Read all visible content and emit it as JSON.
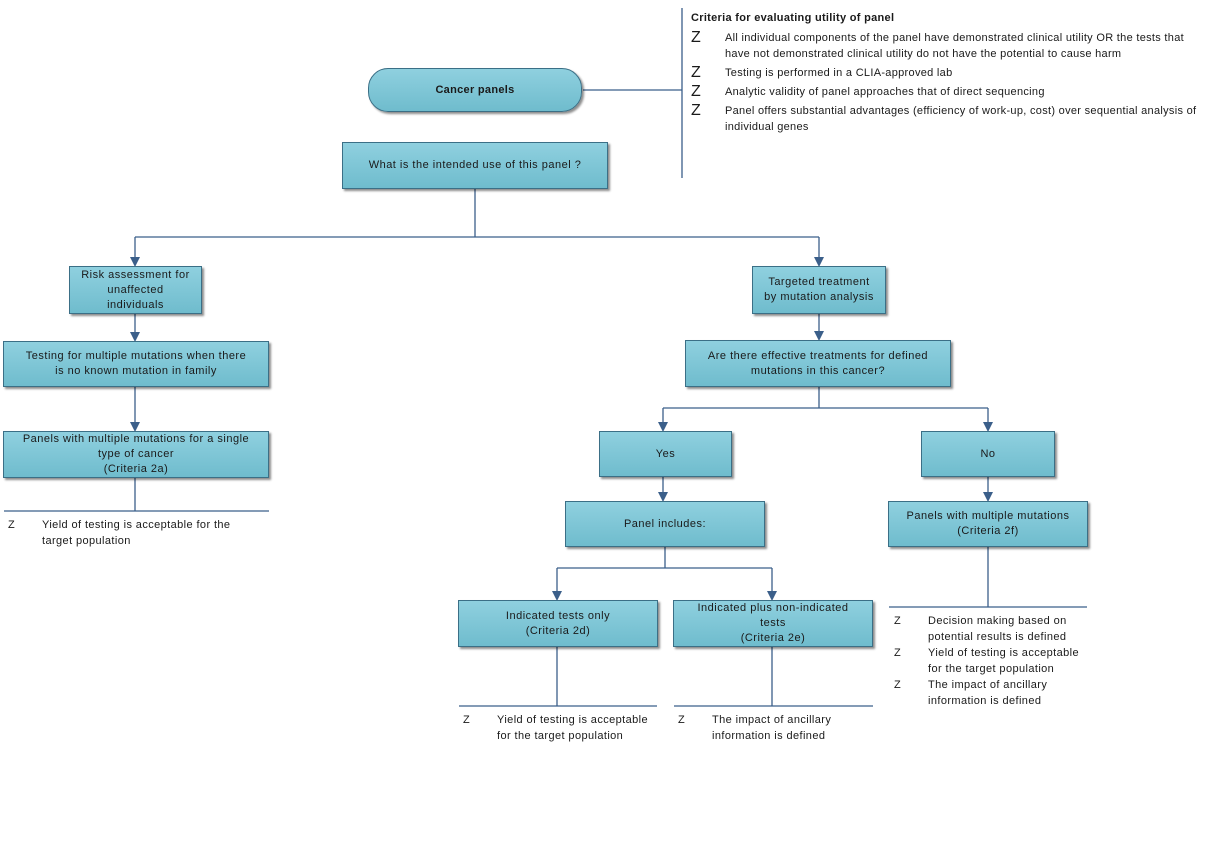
{
  "nodes": {
    "cancer_panels": "Cancer panels",
    "intended_use": "What is the intended use of this panel ?",
    "risk_assessment": "Risk assessment for\nunaffected\nindividuals",
    "targeted_treatment": "Targeted treatment\nby mutation analysis",
    "testing_multiple": "Testing for multiple mutations when there\nis no known mutation in family",
    "effective_treatments": "Are there effective treatments for defined\nmutations in this cancer?",
    "panels_single_type": "Panels with multiple mutations for a single\ntype of cancer\n(Criteria 2a)",
    "yes": "Yes",
    "no": "No",
    "panel_includes": "Panel includes:",
    "panels_multiple_mutations": "Panels with multiple mutations\n(Criteria 2f)",
    "indicated_only": "Indicated tests only\n(Criteria 2d)",
    "indicated_plus": "Indicated plus non-indicated\ntests\n(Criteria 2e)"
  },
  "criteria": {
    "title": "Criteria for evaluating utility of panel",
    "bullet": "Z",
    "items": [
      "All individual components of the panel have demonstrated clinical utility OR the tests that have not demonstrated clinical utility do not have the potential to cause harm",
      "Testing is performed in a CLIA-approved lab",
      "Analytic validity of panel approaches that of direct sequencing",
      "Panel offers substantial advantages (efficiency of work-up, cost) over sequential analysis of individual genes"
    ]
  },
  "bullets": {
    "criteria_2a": [
      "Yield of testing is acceptable for the target population"
    ],
    "criteria_2d": [
      "Yield of testing is acceptable for the target population"
    ],
    "criteria_2e": [
      "The impact of ancillary information is defined"
    ],
    "criteria_2f": [
      "Decision making based on potential results is defined",
      "Yield of testing is acceptable for the target population",
      "The impact of ancillary information is defined"
    ]
  }
}
